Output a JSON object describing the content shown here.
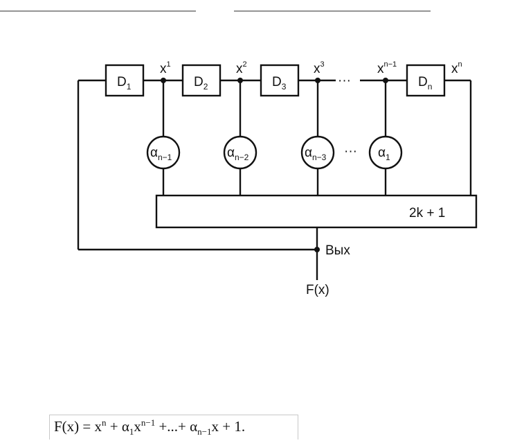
{
  "diagram": {
    "delays": [
      {
        "letter": "D",
        "index": "1"
      },
      {
        "letter": "D",
        "index": "2"
      },
      {
        "letter": "D",
        "index": "3"
      },
      {
        "letter": "D",
        "index": "n"
      }
    ],
    "taps": [
      {
        "base": "x",
        "exp": "1"
      },
      {
        "base": "x",
        "exp": "2"
      },
      {
        "base": "x",
        "exp": "3"
      },
      {
        "base": "x",
        "exp": "n−1"
      },
      {
        "base": "x",
        "exp": "n"
      }
    ],
    "coefficients": [
      {
        "symbol": "α",
        "index": "n−1"
      },
      {
        "symbol": "α",
        "index": "n−2"
      },
      {
        "symbol": "α",
        "index": "n−3"
      },
      {
        "symbol": "α",
        "index": "1"
      }
    ],
    "ellipsis": "···",
    "adder_label": "2k + 1",
    "output_label": "Вых",
    "output_function": "F(x)"
  },
  "formula": {
    "lhs": "F(x) = ",
    "t1_base": "x",
    "t1_exp": "n",
    "plus1": " + ",
    "alpha1": "α",
    "alpha1_sub": "1",
    "t2_base": "x",
    "t2_exp": "n−1",
    "middle": " +...+ ",
    "alpha2": "α",
    "alpha2_sub": "n−1",
    "t3": "x",
    "tail": " + 1."
  }
}
